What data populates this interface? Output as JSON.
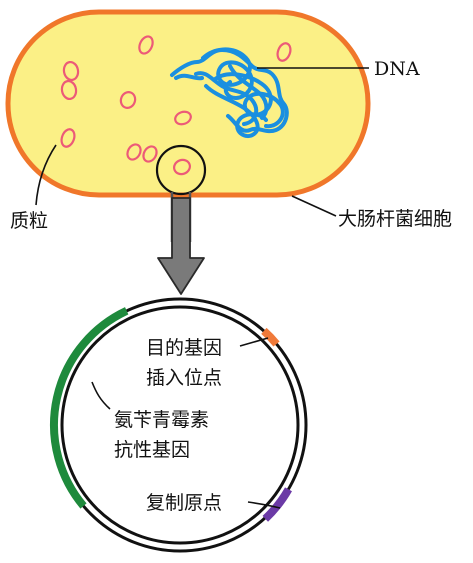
{
  "labels": {
    "dna": "DNA",
    "cell": "大肠杆菌细胞",
    "plasmid": "质粒",
    "insertion_site_line1": "目的基因",
    "insertion_site_line2": "插入位点",
    "ampicillin_line1": "氨苄青霉素",
    "ampicillin_line2": "抗性基因",
    "origin": "复制原点"
  },
  "colors": {
    "cell_fill": "#fbf086",
    "cell_outline": "#f0772a",
    "plasmid_small": "#ec5a78",
    "dna": "#1a8fe0",
    "magnifier": "#111111",
    "arrow": "#7a7a7a",
    "resistance_gene": "#1e8a3c",
    "insertion_site": "#f07a3a",
    "origin_of_replication": "#6b3aa6",
    "ring": "#111111"
  }
}
